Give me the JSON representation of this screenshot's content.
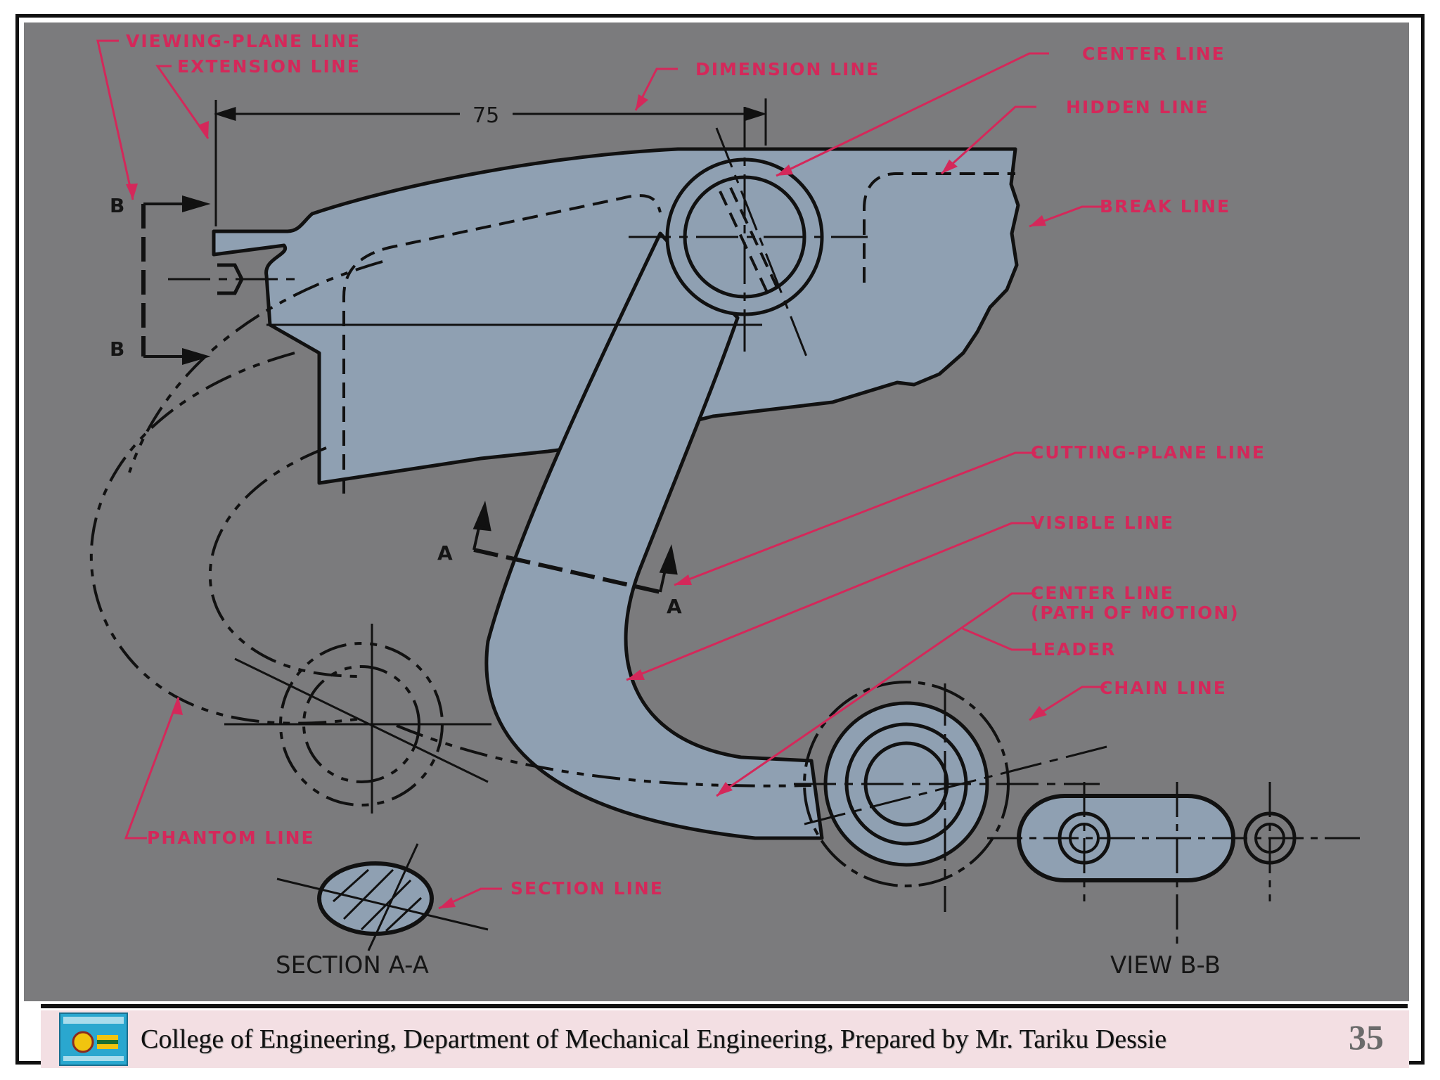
{
  "labels": {
    "viewing_plane": "VIEWING-PLANE LINE",
    "extension": "EXTENSION LINE",
    "dimension": "DIMENSION LINE",
    "center": "CENTER LINE",
    "hidden": "HIDDEN LINE",
    "break": "BREAK LINE",
    "cutting_plane": "CUTTING-PLANE LINE",
    "visible": "VISIBLE LINE",
    "center_path_1": "CENTER LINE",
    "center_path_2": "(PATH OF MOTION)",
    "leader": "LEADER",
    "chain": "CHAIN LINE",
    "phantom": "PHANTOM LINE",
    "section_line": "SECTION LINE"
  },
  "drawing": {
    "dimension_value": "75",
    "view_letter_b": "B",
    "section_letter_a": "A",
    "section_caption": "SECTION A-A",
    "view_caption": "VIEW B-B"
  },
  "colors": {
    "label_red": "#d4285a",
    "part_fill": "#8fa0b2",
    "background": "#7b7b7d",
    "footer_bg": "#f3dfe3"
  },
  "footer": {
    "text": "College of Engineering, Department of Mechanical Engineering, Prepared by Mr. Tariku Dessie",
    "page_number": "35",
    "logo_icon": "university-logo-icon"
  }
}
